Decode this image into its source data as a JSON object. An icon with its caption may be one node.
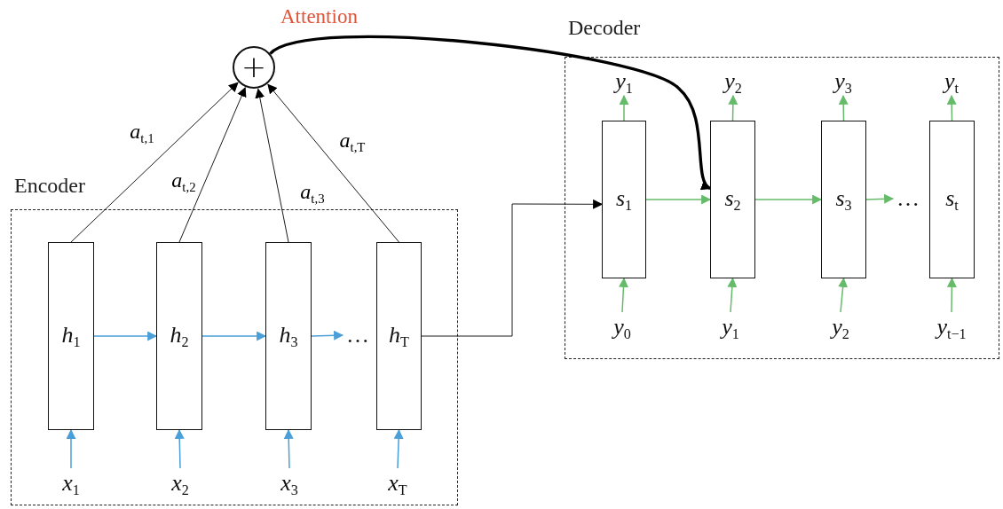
{
  "diagram": {
    "nodes": [
      {
        "text": [
          "Encoder"
        ]
      },
      {
        "text": [
          "*h*$_{1}$"
        ],
        "in": 0
      },
      {
        "text": [
          "*h*$_{2}$"
        ],
        "in": 0
      },
      {
        "text": [
          "*h*$_{3}$"
        ],
        "in": 0
      },
      {
        "text": [
          "*h*$_{T}$"
        ],
        "in": 0
      },
      {
        "text": [
          "*x*$_{1}$"
        ],
        "in": 0
      },
      {
        "text": [
          "*x*$_{2}$"
        ],
        "in": 0
      },
      {
        "text": [
          "*x*$_{3}$"
        ],
        "in": 0
      },
      {
        "text": [
          "*x*$_{T}$"
        ],
        "in": 0
      },
      {
        "text": [
          "…"
        ],
        "in": 0
      },
      {
        "text": [
          "+"
        ],
        "beside": [
          "Attention"
        ]
      },
      {
        "text": [
          "Decoder"
        ]
      },
      {
        "text": [
          "*s*$_{1}$"
        ],
        "in": 11
      },
      {
        "text": [
          "*s*$_{2}$"
        ],
        "in": 11
      },
      {
        "text": [
          "*s*$_{3}$"
        ],
        "in": 11
      },
      {
        "text": [
          "*s*$_{t}$"
        ],
        "in": 11
      },
      {
        "text": [
          "*y*$_{1}$"
        ],
        "in": 11
      },
      {
        "text": [
          "*y*$_{2}$"
        ],
        "in": 11
      },
      {
        "text": [
          "*y*$_{3}$"
        ],
        "in": 11
      },
      {
        "text": [
          "*y*$_{t}$"
        ],
        "in": 11
      },
      {
        "text": [
          "*y*$_{0}$"
        ],
        "in": 11
      },
      {
        "text": [
          "*y*$_{1}$"
        ],
        "in": 11
      },
      {
        "text": [
          "*y*$_{2}$"
        ],
        "in": 11
      },
      {
        "text": [
          "*y*$_{t−1}$"
        ],
        "in": 11
      },
      {
        "text": [
          "…"
        ],
        "in": 11
      }
    ],
    "edges": [
      {
        "from": 5,
        "to": 1,
        "arrow": "to",
        "color": "#4a9fd8"
      },
      {
        "from": 6,
        "to": 2,
        "arrow": "to",
        "color": "#4a9fd8"
      },
      {
        "from": 7,
        "to": 3,
        "arrow": "to",
        "color": "#4a9fd8"
      },
      {
        "from": 8,
        "to": 4,
        "arrow": "to",
        "color": "#4a9fd8"
      },
      {
        "from": 1,
        "to": 2,
        "arrow": "to",
        "color": "#4a9fd8"
      },
      {
        "from": 2,
        "to": 3,
        "arrow": "to",
        "color": "#4a9fd8"
      },
      {
        "from": 3,
        "to": 9,
        "arrow": "to",
        "color": "#4a9fd8"
      },
      {
        "from": 1,
        "to": 10,
        "arrow": "to",
        "label": "*a*$_{t,1}$",
        "color": "#000000"
      },
      {
        "from": 2,
        "to": 10,
        "arrow": "to",
        "label": "*a*$_{t,2}$",
        "color": "#000000"
      },
      {
        "from": 3,
        "to": 10,
        "arrow": "to",
        "label": "*a*$_{t,3}$",
        "color": "#000000"
      },
      {
        "from": 4,
        "to": 10,
        "arrow": "to",
        "label": "*a*$_{t,T}$",
        "color": "#000000"
      },
      {
        "from": 4,
        "to": 12,
        "arrow": "to",
        "color": "#000000"
      },
      {
        "from": 10,
        "to": 13,
        "arrow": "to",
        "style": "thick",
        "color": "#000000"
      },
      {
        "from": 12,
        "to": 13,
        "arrow": "to"
      },
      {
        "from": 13,
        "to": 14,
        "arrow": "to"
      },
      {
        "from": 14,
        "to": 24,
        "arrow": "to"
      },
      {
        "from": 20,
        "to": 12,
        "arrow": "to"
      },
      {
        "from": 21,
        "to": 13,
        "arrow": "to"
      },
      {
        "from": 22,
        "to": 14,
        "arrow": "to"
      },
      {
        "from": 23,
        "to": 15,
        "arrow": "to"
      },
      {
        "from": 12,
        "to": 16,
        "arrow": "to"
      },
      {
        "from": 13,
        "to": 17,
        "arrow": "to"
      },
      {
        "from": 14,
        "to": 18,
        "arrow": "to"
      },
      {
        "from": 15,
        "to": 19,
        "arrow": "to"
      }
    ]
  }
}
